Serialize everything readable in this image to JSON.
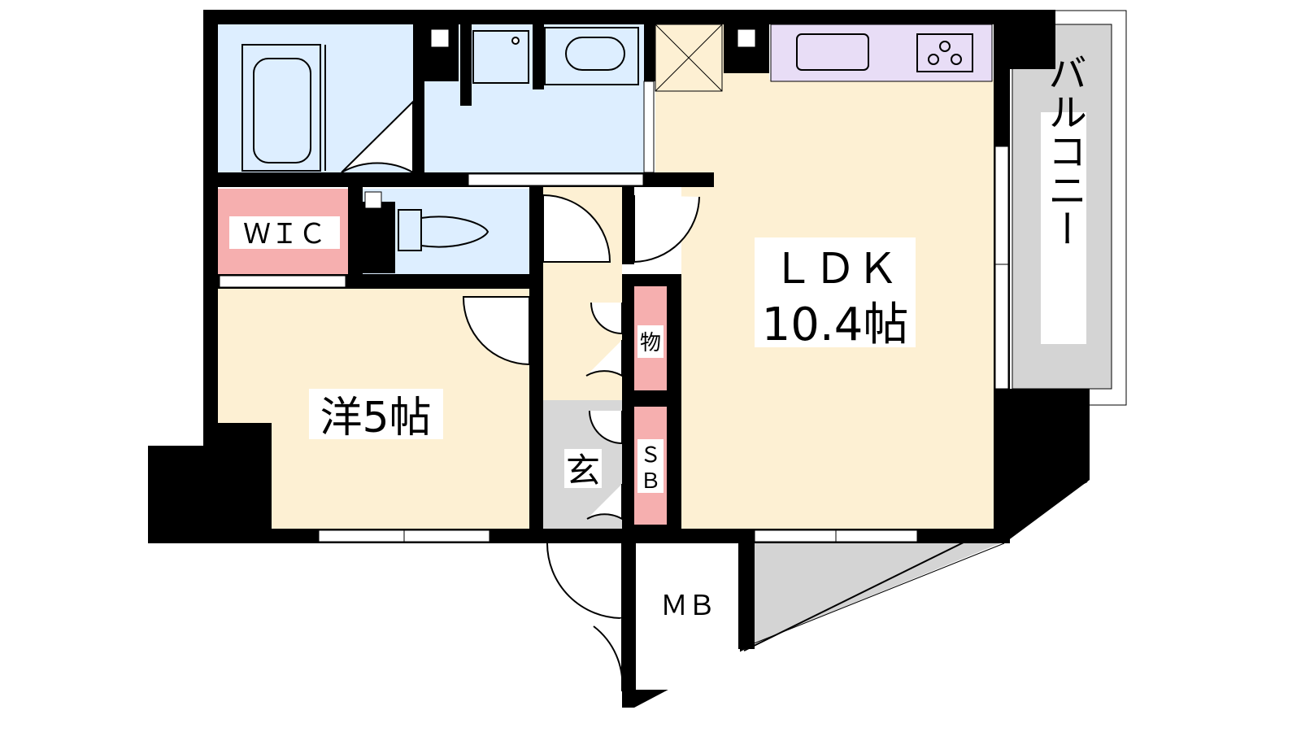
{
  "rooms": {
    "ldk_name": "ＬＤＫ",
    "ldk_size": "10.4帖",
    "western_room": "洋5帖",
    "wic": "ＷＩＣ",
    "entrance": "玄",
    "storage": "物",
    "shoe_box": "ＳＢ",
    "meter_box": "ＭＢ",
    "balcony": "バルコニー"
  },
  "colors": {
    "floor": "#FDF0D3",
    "wet_area": "#DDEEFF",
    "wic_storage": "#F6AFAF",
    "kitchen_counter": "#E8DDF6",
    "entrance_floor": "#D7D7D7",
    "balcony_floor": "#D4D4D4",
    "wall": "#000000"
  }
}
